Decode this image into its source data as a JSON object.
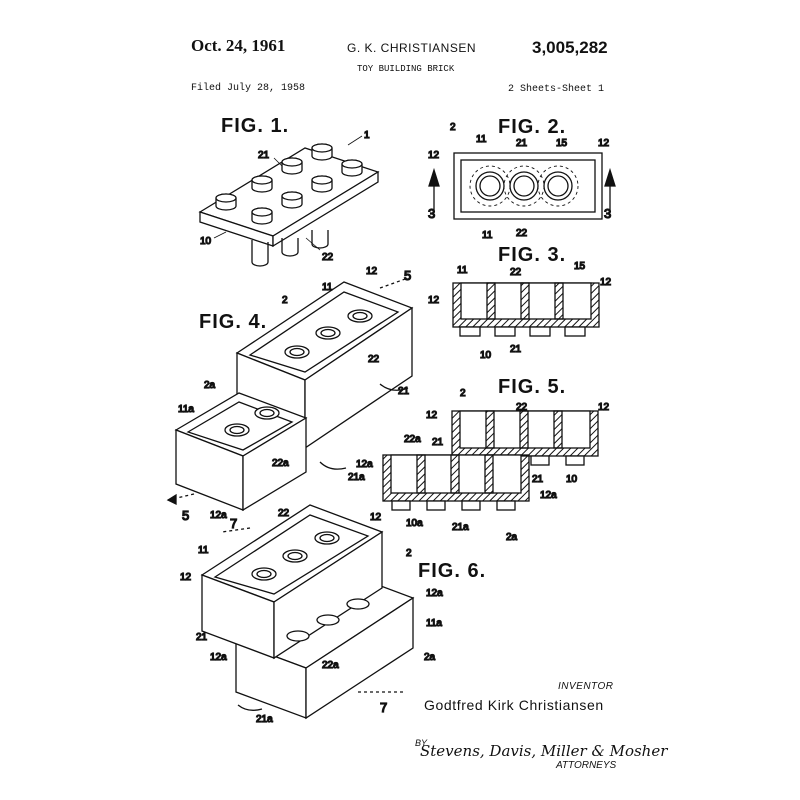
{
  "header": {
    "date": "Oct. 24, 1961",
    "inventor_short": "G. K. CHRISTIANSEN",
    "patent_number": "3,005,282",
    "title": "TOY BUILDING BRICK",
    "filed": "Filed July 28, 1958",
    "sheets": "2 Sheets-Sheet 1"
  },
  "figures": {
    "fig1": "FIG. 1.",
    "fig2": "FIG. 2.",
    "fig3": "FIG. 3.",
    "fig4": "FIG. 4.",
    "fig5": "FIG. 5.",
    "fig6": "FIG. 6."
  },
  "footer": {
    "inventor_label": "INVENTOR",
    "inventor_name": "Godtfred Kirk Christiansen",
    "by": "BY",
    "attorneys_signature": "Stevens, Davis, Miller & Mosher",
    "attorneys_label": "ATTORNEYS"
  },
  "refs": {
    "r1": "1",
    "r2": "2",
    "r3": "3",
    "r5": "5",
    "r7": "7",
    "r10": "10",
    "r11": "11",
    "r12": "12",
    "r15": "15",
    "r21": "21",
    "r22": "22",
    "r2a": "2a",
    "r10a": "10a",
    "r11a": "11a",
    "r12a": "12a",
    "r21a": "21a",
    "r22a": "22a"
  }
}
